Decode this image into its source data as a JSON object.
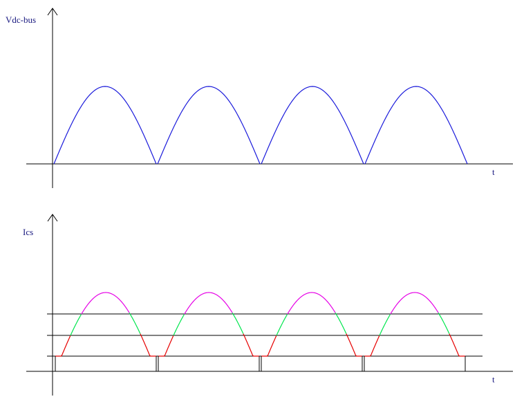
{
  "top_panel": {
    "y_label": "Vdc-bus",
    "x_label": "t",
    "wave_color": "#1a1adb",
    "label_color": "#1a1a80"
  },
  "bottom_panel": {
    "y_label": "Ics",
    "x_label": "t",
    "label_color": "#1a1a80",
    "segment_colors": {
      "low": "#e60000",
      "mid": "#00e64d",
      "high": "#e600e6",
      "step": "#000000"
    }
  },
  "axis_color": "#000000",
  "half_cycles": 4
}
